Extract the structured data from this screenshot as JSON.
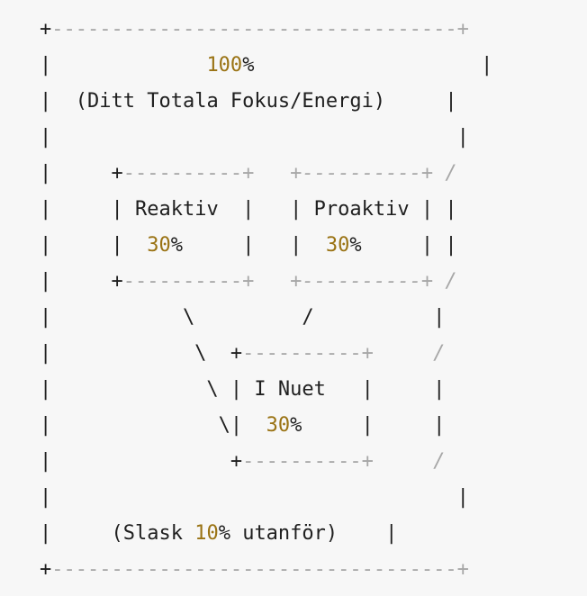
{
  "diagram": {
    "total_percent": "100",
    "pct_sign": "%",
    "total_label": "(Ditt Totala Fokus/Energi)",
    "boxes": {
      "reactive": {
        "label": "Reaktiv",
        "percent": "30"
      },
      "proactive": {
        "label": "Proaktiv",
        "percent": "30"
      },
      "present": {
        "label": "I Nuet",
        "percent": "30"
      }
    },
    "waste": {
      "prefix": "(Slask ",
      "percent": "10",
      "suffix": "% utanför)"
    }
  },
  "colors": {
    "numbers": "#9a7314",
    "dashes": "#a7a7a7",
    "text": "#1f1f1f",
    "background": "#f7f7f7"
  }
}
